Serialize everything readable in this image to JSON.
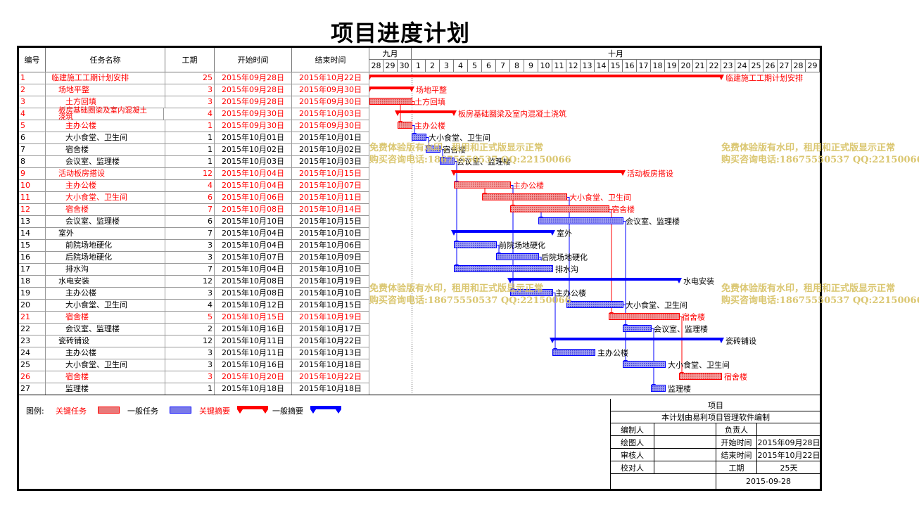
{
  "title": "项目进度计划",
  "columns": {
    "id": "编号",
    "name": "任务名称",
    "duration": "工期",
    "start": "开始时间",
    "end": "结束时间"
  },
  "months": {
    "sep": "九月",
    "oct": "十月"
  },
  "days": [
    "28",
    "29",
    "30",
    "1",
    "2",
    "3",
    "4",
    "5",
    "6",
    "7",
    "8",
    "9",
    "10",
    "11",
    "12",
    "13",
    "14",
    "15",
    "16",
    "17",
    "18",
    "19",
    "20",
    "21",
    "22",
    "23",
    "24",
    "25",
    "26",
    "27",
    "28",
    "29"
  ],
  "tasks": [
    {
      "id": "1",
      "name": "临建施工工期计划安排",
      "dur": "25",
      "start": "2015年09月28日",
      "end": "2015年10月22日",
      "level": 0,
      "type": "crit-summary",
      "s": 0,
      "e": 25,
      "label": "临建施工工期计划安排"
    },
    {
      "id": "2",
      "name": "场地平整",
      "dur": "3",
      "start": "2015年09月28日",
      "end": "2015年09月30日",
      "level": 1,
      "type": "crit-summary",
      "s": 0,
      "e": 3,
      "label": "场地平整"
    },
    {
      "id": "3",
      "name": "土方回填",
      "dur": "3",
      "start": "2015年09月28日",
      "end": "2015年09月30日",
      "level": 2,
      "type": "crit-task",
      "s": 0,
      "e": 3,
      "label": "土方回填"
    },
    {
      "id": "4",
      "name": "板房基础圈梁及室内混凝土浇筑",
      "dur": "4",
      "start": "2015年09月30日",
      "end": "2015年10月03日",
      "level": 1,
      "type": "crit-summary",
      "s": 2,
      "e": 6,
      "label": "板房基础圈梁及室内混凝土浇筑"
    },
    {
      "id": "5",
      "name": "主办公楼",
      "dur": "1",
      "start": "2015年09月30日",
      "end": "2015年09月30日",
      "level": 2,
      "type": "crit-task",
      "s": 2,
      "e": 3,
      "label": "主办公楼"
    },
    {
      "id": "6",
      "name": "大小食堂、卫生间",
      "dur": "1",
      "start": "2015年10月01日",
      "end": "2015年10月01日",
      "level": 2,
      "type": "task",
      "s": 3,
      "e": 4,
      "label": "大小食堂、卫生间"
    },
    {
      "id": "7",
      "name": "宿舍楼",
      "dur": "1",
      "start": "2015年10月02日",
      "end": "2015年10月02日",
      "level": 2,
      "type": "task",
      "s": 4,
      "e": 5,
      "label": "宿舍楼"
    },
    {
      "id": "8",
      "name": "会议室、监理楼",
      "dur": "1",
      "start": "2015年10月03日",
      "end": "2015年10月03日",
      "level": 2,
      "type": "task",
      "s": 5,
      "e": 6,
      "label": "会议室、监理楼"
    },
    {
      "id": "9",
      "name": "活动板房搭设",
      "dur": "12",
      "start": "2015年10月04日",
      "end": "2015年10月15日",
      "level": 1,
      "type": "crit-summary",
      "s": 6,
      "e": 18,
      "label": "活动板房搭设"
    },
    {
      "id": "10",
      "name": "主办公楼",
      "dur": "4",
      "start": "2015年10月04日",
      "end": "2015年10月07日",
      "level": 2,
      "type": "crit-task",
      "s": 6,
      "e": 10,
      "label": "主办公楼"
    },
    {
      "id": "11",
      "name": "大小食堂、卫生间",
      "dur": "6",
      "start": "2015年10月06日",
      "end": "2015年10月11日",
      "level": 2,
      "type": "crit-task",
      "s": 8,
      "e": 14,
      "label": "大小食堂、卫生间"
    },
    {
      "id": "12",
      "name": "宿舍楼",
      "dur": "7",
      "start": "2015年10月08日",
      "end": "2015年10月14日",
      "level": 2,
      "type": "crit-task",
      "s": 10,
      "e": 17,
      "label": "宿舍楼"
    },
    {
      "id": "13",
      "name": "会议室、监理楼",
      "dur": "6",
      "start": "2015年10月10日",
      "end": "2015年10月15日",
      "level": 2,
      "type": "task",
      "s": 12,
      "e": 18,
      "label": "会议室、监理楼"
    },
    {
      "id": "14",
      "name": "室外",
      "dur": "7",
      "start": "2015年10月04日",
      "end": "2015年10月10日",
      "level": 1,
      "type": "summary",
      "s": 6,
      "e": 13,
      "label": "室外"
    },
    {
      "id": "15",
      "name": "前院场地硬化",
      "dur": "3",
      "start": "2015年10月04日",
      "end": "2015年10月06日",
      "level": 2,
      "type": "task",
      "s": 6,
      "e": 9,
      "label": "前院场地硬化"
    },
    {
      "id": "16",
      "name": "后院场地硬化",
      "dur": "3",
      "start": "2015年10月07日",
      "end": "2015年10月09日",
      "level": 2,
      "type": "task",
      "s": 9,
      "e": 12,
      "label": "后院场地硬化"
    },
    {
      "id": "17",
      "name": "排水沟",
      "dur": "7",
      "start": "2015年10月04日",
      "end": "2015年10月10日",
      "level": 2,
      "type": "task",
      "s": 6,
      "e": 13,
      "label": "排水沟"
    },
    {
      "id": "18",
      "name": "水电安装",
      "dur": "12",
      "start": "2015年10月08日",
      "end": "2015年10月19日",
      "level": 1,
      "type": "summary",
      "s": 10,
      "e": 22,
      "label": "水电安装"
    },
    {
      "id": "19",
      "name": "主办公楼",
      "dur": "3",
      "start": "2015年10月08日",
      "end": "2015年10月10日",
      "level": 2,
      "type": "task",
      "s": 10,
      "e": 13,
      "label": "主办公楼"
    },
    {
      "id": "20",
      "name": "大小食堂、卫生间",
      "dur": "4",
      "start": "2015年10月12日",
      "end": "2015年10月15日",
      "level": 2,
      "type": "task",
      "s": 14,
      "e": 18,
      "label": "大小食堂、卫生间"
    },
    {
      "id": "21",
      "name": "宿舍楼",
      "dur": "5",
      "start": "2015年10月15日",
      "end": "2015年10月19日",
      "level": 2,
      "type": "crit-task",
      "s": 17,
      "e": 22,
      "label": "宿舍楼"
    },
    {
      "id": "22",
      "name": "会议室、监理楼",
      "dur": "2",
      "start": "2015年10月16日",
      "end": "2015年10月17日",
      "level": 2,
      "type": "task",
      "s": 18,
      "e": 20,
      "label": "会议室、监理楼"
    },
    {
      "id": "23",
      "name": "瓷砖铺设",
      "dur": "12",
      "start": "2015年10月11日",
      "end": "2015年10月22日",
      "level": 1,
      "type": "summary",
      "s": 13,
      "e": 25,
      "label": "瓷砖铺设"
    },
    {
      "id": "24",
      "name": "主办公楼",
      "dur": "3",
      "start": "2015年10月11日",
      "end": "2015年10月13日",
      "level": 2,
      "type": "task",
      "s": 13,
      "e": 16,
      "label": "主办公楼"
    },
    {
      "id": "25",
      "name": "大小食堂、卫生间",
      "dur": "3",
      "start": "2015年10月16日",
      "end": "2015年10月18日",
      "level": 2,
      "type": "task",
      "s": 18,
      "e": 21,
      "label": "大小食堂、卫生间"
    },
    {
      "id": "26",
      "name": "宿舍楼",
      "dur": "3",
      "start": "2015年10月20日",
      "end": "2015年10月22日",
      "level": 2,
      "type": "crit-task",
      "s": 22,
      "e": 25,
      "label": "宿舍楼"
    },
    {
      "id": "27",
      "name": "监理楼",
      "dur": "1",
      "start": "2015年10月18日",
      "end": "2015年10月18日",
      "level": 2,
      "type": "task",
      "s": 20,
      "e": 21,
      "label": "监理楼"
    }
  ],
  "links": [
    [
      3,
      5
    ],
    [
      5,
      6
    ],
    [
      6,
      7
    ],
    [
      7,
      8
    ],
    [
      8,
      10
    ],
    [
      8,
      15
    ],
    [
      8,
      17
    ],
    [
      10,
      11
    ],
    [
      10,
      19
    ],
    [
      11,
      12
    ],
    [
      11,
      20
    ],
    [
      12,
      13
    ],
    [
      12,
      21
    ],
    [
      13,
      22
    ],
    [
      15,
      16
    ],
    [
      16,
      19
    ],
    [
      19,
      24
    ],
    [
      20,
      25
    ],
    [
      21,
      26
    ],
    [
      22,
      27
    ]
  ],
  "watermark": {
    "line1": "免费体验版有水印，租用和正式版显示正常",
    "line2": "购买咨询电话:18675550537 QQ:22150066"
  },
  "legend": {
    "title": "图例:",
    "crit_task": "关键任务",
    "task": "一般任务",
    "crit_summary": "关键摘要",
    "summary": "一般摘要"
  },
  "info": {
    "project": "项目",
    "made_by": "本计划由易利项目管理软件编制",
    "editor": "编制人",
    "owner": "负责人",
    "drawer": "绘图人",
    "start_label": "开始时间",
    "start_value": "2015年09月28日",
    "reviewer": "审核人",
    "end_label": "结束时间",
    "end_value": "2015年10月22日",
    "checker": "校对人",
    "duration_label": "工期",
    "duration_value": "25天",
    "date": "2015-09-28"
  },
  "colors": {
    "critical": "#ff0000",
    "normal": "#0000ff",
    "crit_fill": "#e87a7a",
    "normal_fill": "#7a7ae8",
    "watermark": "#d9c469"
  }
}
